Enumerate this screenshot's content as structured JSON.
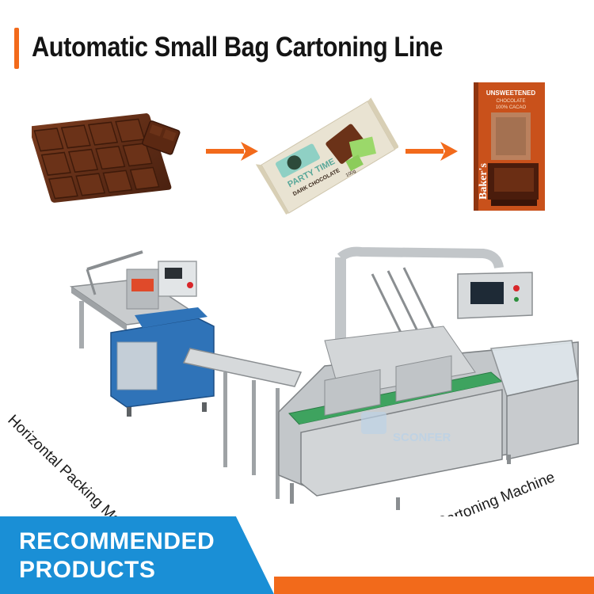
{
  "header": {
    "title": "Automatic Small Bag Cartoning Line",
    "accent_color": "#f26a1b"
  },
  "products": {
    "bag": {
      "line1": "PARTY TIME",
      "line2": "DARK CHOCOLATE",
      "weight": "100g"
    },
    "carton": {
      "line1": "UNSWEETENED",
      "line2": "CHOCOLATE",
      "line3": "100% CACAO",
      "brand": "Baker's"
    },
    "flow_arrow_icon": "arrow-right-icon"
  },
  "machines": {
    "horizontal_label": "Horizontal Packing Machine",
    "cartoning_label": "Cartoning Machine",
    "watermark_brand": "SCONFER"
  },
  "banner": {
    "line1": "RECOMMENDED",
    "line2": "PRODUCTS",
    "blue": "#1a8fd6",
    "orange": "#f26a1b"
  }
}
